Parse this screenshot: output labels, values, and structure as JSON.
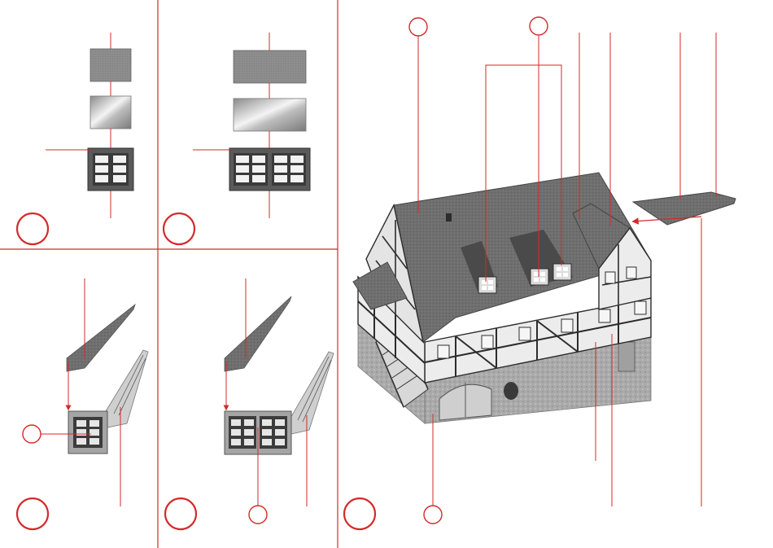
{
  "colors": {
    "accent_red": "#d42a2a",
    "roof_grey": "#6e6e6e",
    "wall_light": "#e8e8e8",
    "timber_dark": "#2c2c2c",
    "stone": "#a9a9a9",
    "frame_grey": "#5a5a5a"
  },
  "icons": {
    "step_marker": "red-circle-outline-icon",
    "callout_marker": "small-red-circle-icon",
    "arrow": "red-arrowhead-icon"
  },
  "panels": [
    {
      "id": "step-top-left",
      "label": ""
    },
    {
      "id": "step-top-middle",
      "label": ""
    },
    {
      "id": "step-bottom-left",
      "label": ""
    },
    {
      "id": "step-bottom-middle",
      "label": ""
    },
    {
      "id": "step-right",
      "label": ""
    }
  ]
}
